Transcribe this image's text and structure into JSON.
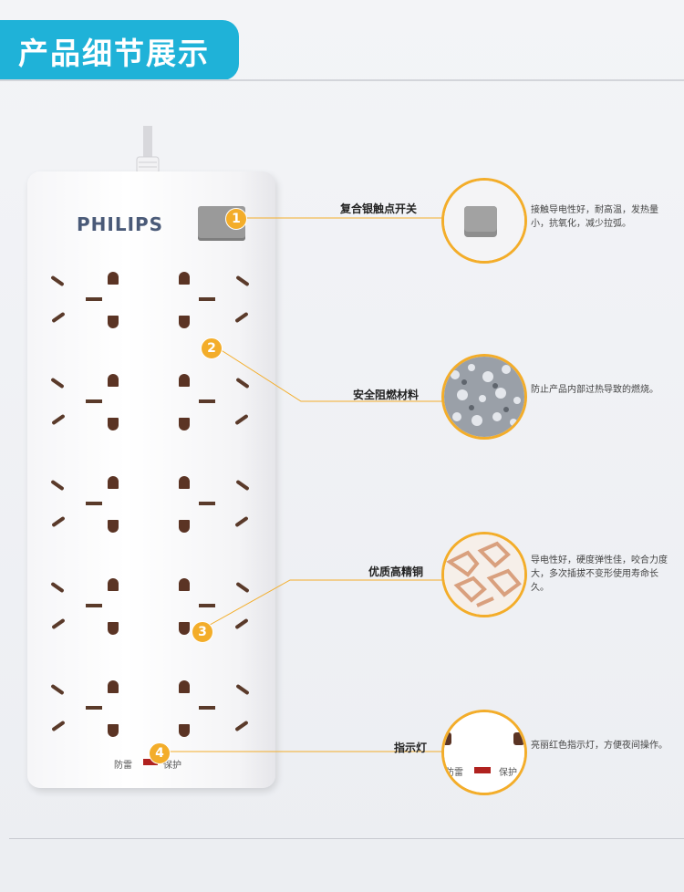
{
  "header": {
    "title": "产品细节展示"
  },
  "product": {
    "brand": "PHILIPS",
    "indicator_left": "防雷",
    "indicator_right": "保护"
  },
  "features": [
    {
      "number": "1",
      "name": "复合银触点开关",
      "description": "接触导电性好，耐高温，发热量小，抗氧化，减少拉弧。"
    },
    {
      "number": "2",
      "name": "安全阻燃材料",
      "description": "防止产品内部过热导致的燃烧。"
    },
    {
      "number": "3",
      "name": "优质高精铜",
      "description": "导电性好，硬度弹性佳，咬合力度大，多次插拔不变形使用寿命长久。"
    },
    {
      "number": "4",
      "name": "指示灯",
      "description": "亮丽红色指示灯，方便夜间操作。",
      "zoom_left": "防雷",
      "zoom_right": "保护"
    }
  ],
  "colors": {
    "accent": "#1fb2d8",
    "callout": "#f3ad2a",
    "led": "#b0221f",
    "pin": "#5b3424"
  }
}
